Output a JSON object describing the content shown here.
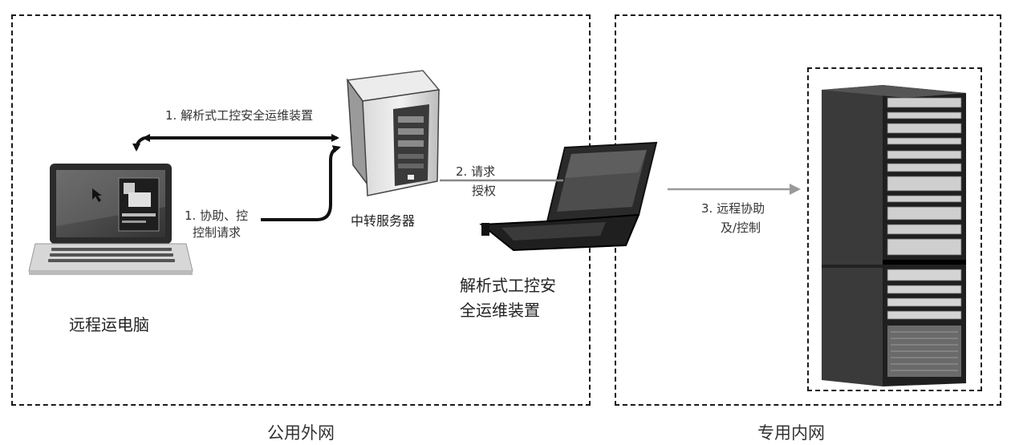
{
  "zones": {
    "public_label": "公用外网",
    "private_label": "专用内网"
  },
  "nodes": {
    "remote_pc": "远程运电脑",
    "relay_server": "中转服务器",
    "device_line1": "解析式工控安",
    "device_line2": "全运维装置"
  },
  "edges": {
    "e1a": "1.  解析式工控安全运维装置",
    "e1b_line1": "1.  协助、控",
    "e1b_line2": "控制请求",
    "e2_line1": "2. 请求",
    "e2_line2": "授权",
    "e3_line1": "3.  远程协助",
    "e3_line2": "及/控制"
  }
}
